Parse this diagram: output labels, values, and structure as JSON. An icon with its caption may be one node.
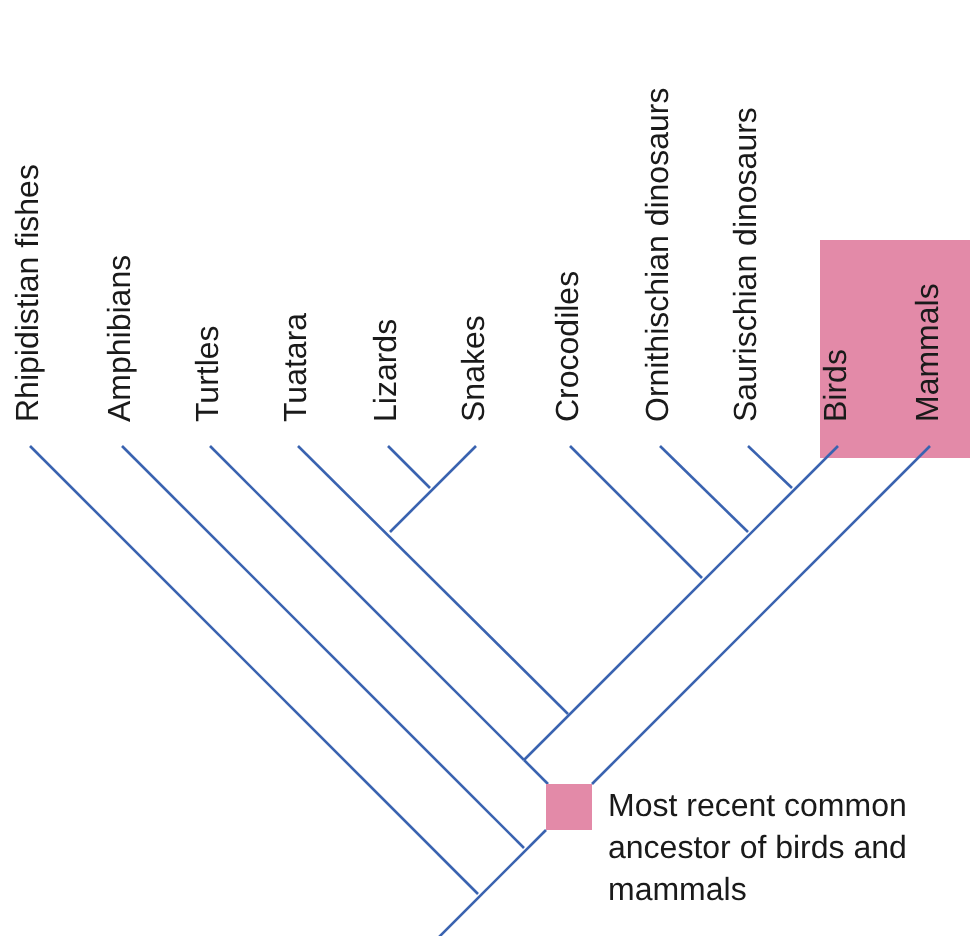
{
  "diagram": {
    "nodes": [
      {
        "text": [
          "Rhipidistian fishes"
        ]
      },
      {
        "text": [
          "Amphibians"
        ]
      },
      {
        "text": [
          "Turtles"
        ]
      },
      {
        "text": [
          "Tuatara"
        ]
      },
      {
        "text": [
          "Lizards"
        ]
      },
      {
        "text": [
          "Snakes"
        ]
      },
      {
        "text": [
          "Crocodiles"
        ]
      },
      {
        "text": [
          "Ornithischian dinosaurs"
        ]
      },
      {
        "text": [
          "Saurischian dinosaurs"
        ]
      },
      {
        "text": [],
        "shape": "box"
      },
      {
        "text": [
          "Birds"
        ],
        "in": 9
      },
      {
        "text": [
          "Mammals"
        ],
        "in": 9
      },
      {
        "text": [],
        "shape": "box",
        "beside": [
          "Most recent common ancestor of birds and mammals"
        ]
      }
    ],
    "edges": [
      {
        "from": 11,
        "to": 12,
        "arrow": "none"
      }
    ]
  }
}
